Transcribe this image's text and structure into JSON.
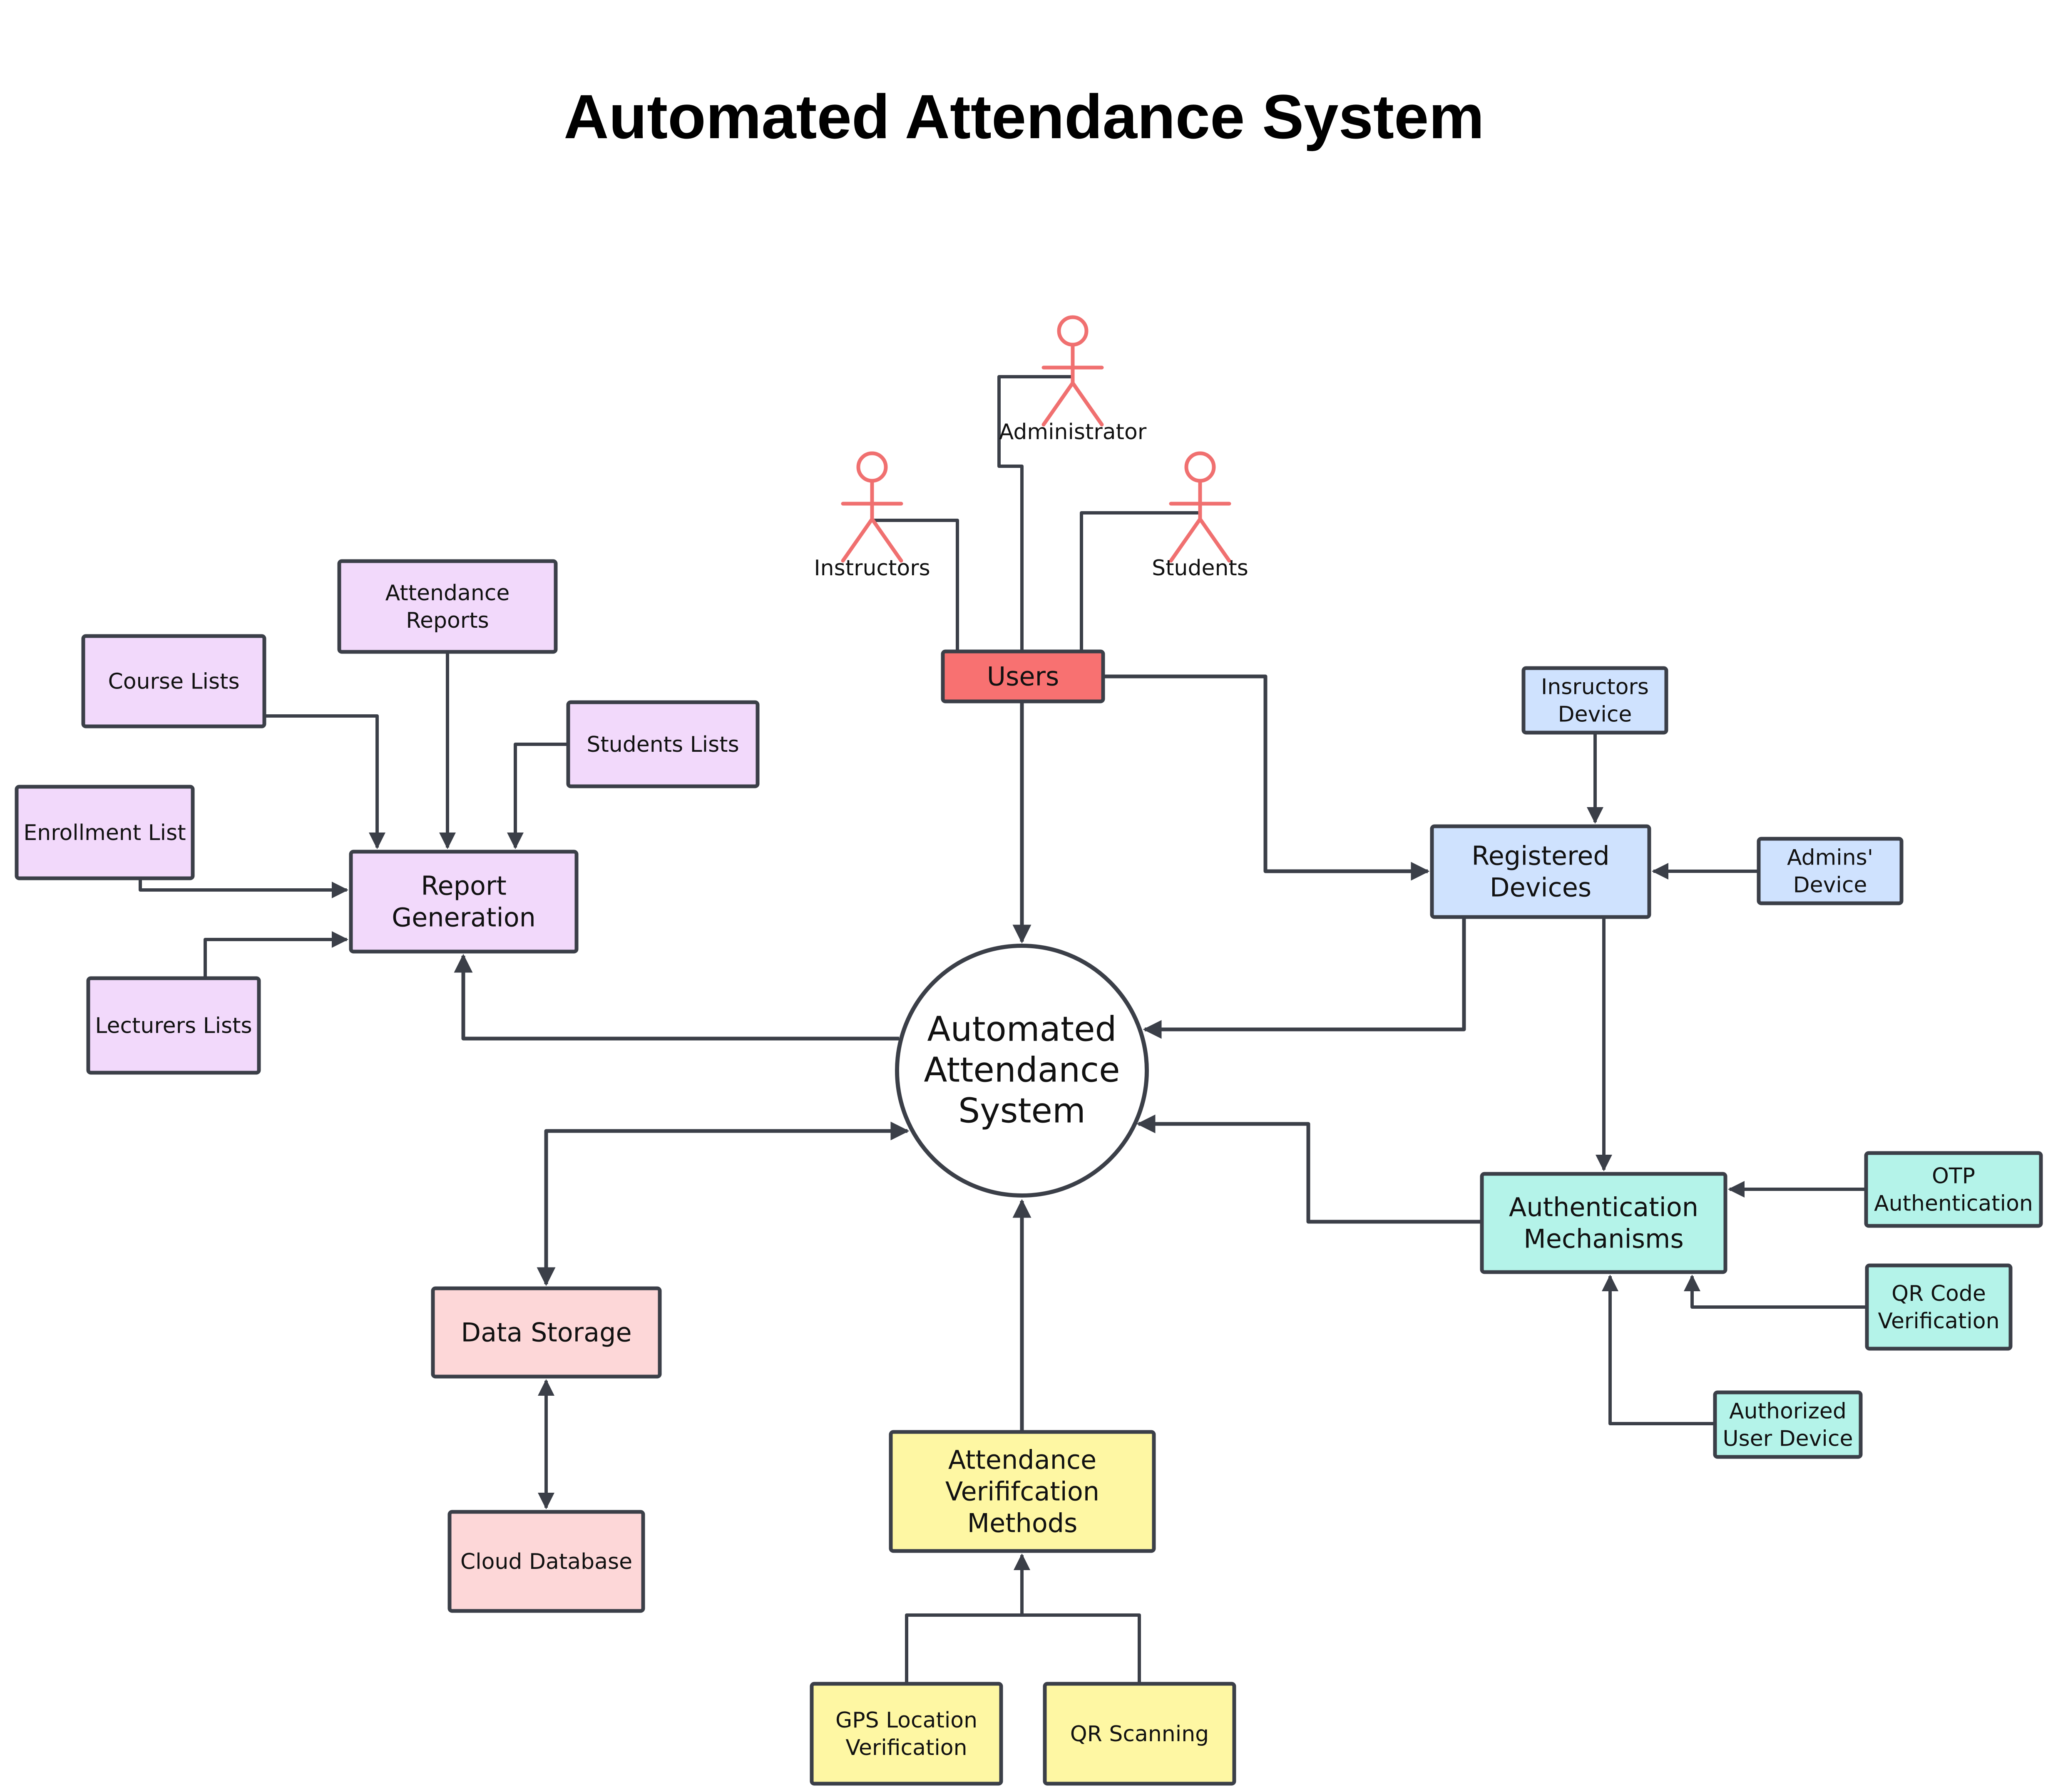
{
  "title": "Automated Attendance System",
  "colors": {
    "edge": "#3b3f48",
    "border": "#3b3f48",
    "purple": "#f2d9fb",
    "blue": "#cfe2fe",
    "teal": "#b4f3e9",
    "yellow": "#fef7a3",
    "pink": "#fdd7d8",
    "red": "#f87171",
    "actor": "#f07070"
  },
  "center": {
    "label": [
      "Automated",
      "Attendance",
      "System"
    ]
  },
  "actors": [
    {
      "id": "administrator",
      "label": "Administrator"
    },
    {
      "id": "instructors",
      "label": "Instructors"
    },
    {
      "id": "students",
      "label": "Students"
    }
  ],
  "nodes": [
    {
      "id": "users",
      "label": [
        "Users"
      ],
      "color": "red"
    },
    {
      "id": "attendance-reports",
      "label": [
        "Attendance",
        "Reports"
      ],
      "color": "purple"
    },
    {
      "id": "course-lists",
      "label": [
        "Course Lists"
      ],
      "color": "purple"
    },
    {
      "id": "students-lists",
      "label": [
        "Students Lists"
      ],
      "color": "purple"
    },
    {
      "id": "enrollment-list",
      "label": [
        "Enrollment List"
      ],
      "color": "purple"
    },
    {
      "id": "report-generation",
      "label": [
        "Report",
        "Generation"
      ],
      "color": "purple"
    },
    {
      "id": "lecturers-lists",
      "label": [
        "Lecturers Lists"
      ],
      "color": "purple"
    },
    {
      "id": "insructors-device",
      "label": [
        "Insructors",
        "Device"
      ],
      "color": "blue"
    },
    {
      "id": "registered-devices",
      "label": [
        "Registered",
        "Devices"
      ],
      "color": "blue"
    },
    {
      "id": "admins-device",
      "label": [
        "Admins'",
        "Device"
      ],
      "color": "blue"
    },
    {
      "id": "authentication-mechanisms",
      "label": [
        "Authentication",
        "Mechanisms"
      ],
      "color": "teal"
    },
    {
      "id": "otp-authentication",
      "label": [
        "OTP",
        "Authentication"
      ],
      "color": "teal"
    },
    {
      "id": "qr-code-verification",
      "label": [
        "QR Code",
        "Verification"
      ],
      "color": "teal"
    },
    {
      "id": "authorized-user-device",
      "label": [
        "Authorized",
        "User Device"
      ],
      "color": "teal"
    },
    {
      "id": "data-storage",
      "label": [
        "Data Storage"
      ],
      "color": "pink"
    },
    {
      "id": "cloud-database",
      "label": [
        "Cloud Database"
      ],
      "color": "pink"
    },
    {
      "id": "attendance-verification-methods",
      "label": [
        "Attendance",
        "Verififcation",
        "Methods"
      ],
      "color": "yellow"
    },
    {
      "id": "gps-location-verification",
      "label": [
        "GPS Location",
        "Verification"
      ],
      "color": "yellow"
    },
    {
      "id": "qr-scanning",
      "label": [
        "QR Scanning"
      ],
      "color": "yellow"
    }
  ],
  "edges": [
    {
      "from": "instructors",
      "to": "users",
      "arrow": "none"
    },
    {
      "from": "administrator",
      "to": "users",
      "arrow": "none"
    },
    {
      "from": "students",
      "to": "users",
      "arrow": "none"
    },
    {
      "from": "users",
      "to": "automated-attendance-system",
      "arrow": "end"
    },
    {
      "from": "users",
      "to": "registered-devices",
      "arrow": "end"
    },
    {
      "from": "insructors-device",
      "to": "registered-devices",
      "arrow": "end"
    },
    {
      "from": "admins-device",
      "to": "registered-devices",
      "arrow": "end"
    },
    {
      "from": "registered-devices",
      "to": "automated-attendance-system",
      "arrow": "end"
    },
    {
      "from": "registered-devices",
      "to": "authentication-mechanisms",
      "arrow": "end"
    },
    {
      "from": "authentication-mechanisms",
      "to": "automated-attendance-system",
      "arrow": "end"
    },
    {
      "from": "otp-authentication",
      "to": "authentication-mechanisms",
      "arrow": "end"
    },
    {
      "from": "qr-code-verification",
      "to": "authentication-mechanisms",
      "arrow": "end"
    },
    {
      "from": "authorized-user-device",
      "to": "authentication-mechanisms",
      "arrow": "end"
    },
    {
      "from": "automated-attendance-system",
      "to": "report-generation",
      "arrow": "end"
    },
    {
      "from": "attendance-reports",
      "to": "report-generation",
      "arrow": "end"
    },
    {
      "from": "course-lists",
      "to": "report-generation",
      "arrow": "end"
    },
    {
      "from": "students-lists",
      "to": "report-generation",
      "arrow": "end"
    },
    {
      "from": "enrollment-list",
      "to": "report-generation",
      "arrow": "end"
    },
    {
      "from": "lecturers-lists",
      "to": "report-generation",
      "arrow": "end"
    },
    {
      "from": "data-storage",
      "to": "automated-attendance-system",
      "arrow": "both"
    },
    {
      "from": "data-storage",
      "to": "cloud-database",
      "arrow": "both"
    },
    {
      "from": "attendance-verification-methods",
      "to": "automated-attendance-system",
      "arrow": "end"
    },
    {
      "from": "gps-location-verification",
      "to": "attendance-verification-methods",
      "arrow": "end"
    },
    {
      "from": "qr-scanning",
      "to": "attendance-verification-methods",
      "arrow": "end"
    }
  ]
}
